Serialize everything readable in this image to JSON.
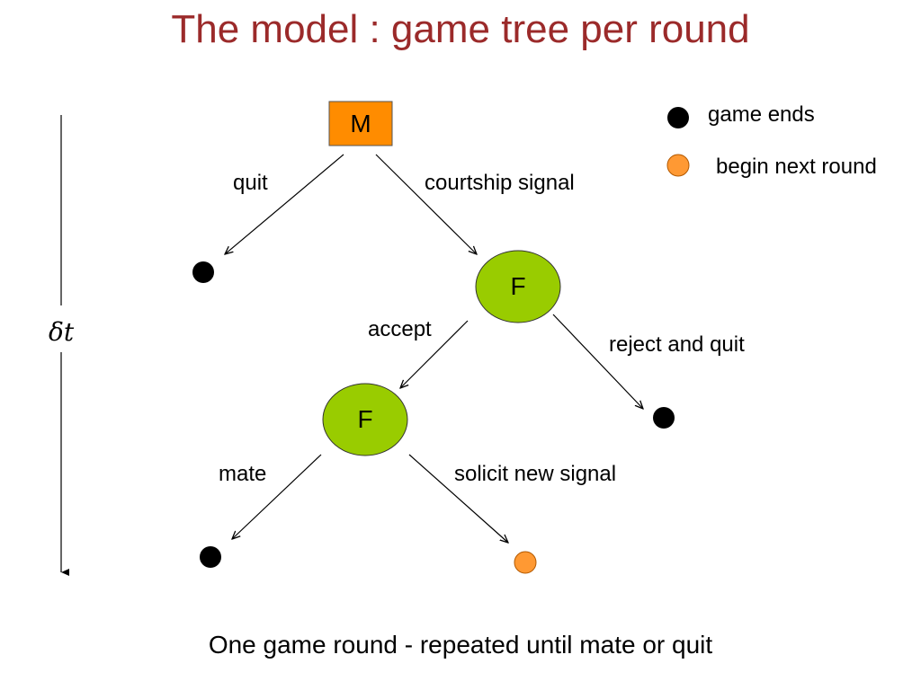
{
  "title": "The model :  game tree per round",
  "legend": {
    "game_ends": "game ends",
    "begin_next_round": "begin next round"
  },
  "nodes": {
    "root": "M",
    "female1": "F",
    "female2": "F"
  },
  "edges": {
    "quit": "quit",
    "courtship_signal": "courtship signal",
    "accept": "accept",
    "reject_and_quit": "reject and quit",
    "mate": "mate",
    "solicit_new_signal": "solicit new signal"
  },
  "time_axis": "δt",
  "caption": "One game round - repeated until mate or quit",
  "colors": {
    "title": "#9b2a2a",
    "male_node": "#ff8c00",
    "female_node": "#99cc00",
    "next_round": "#ff9933",
    "end": "#000000"
  }
}
